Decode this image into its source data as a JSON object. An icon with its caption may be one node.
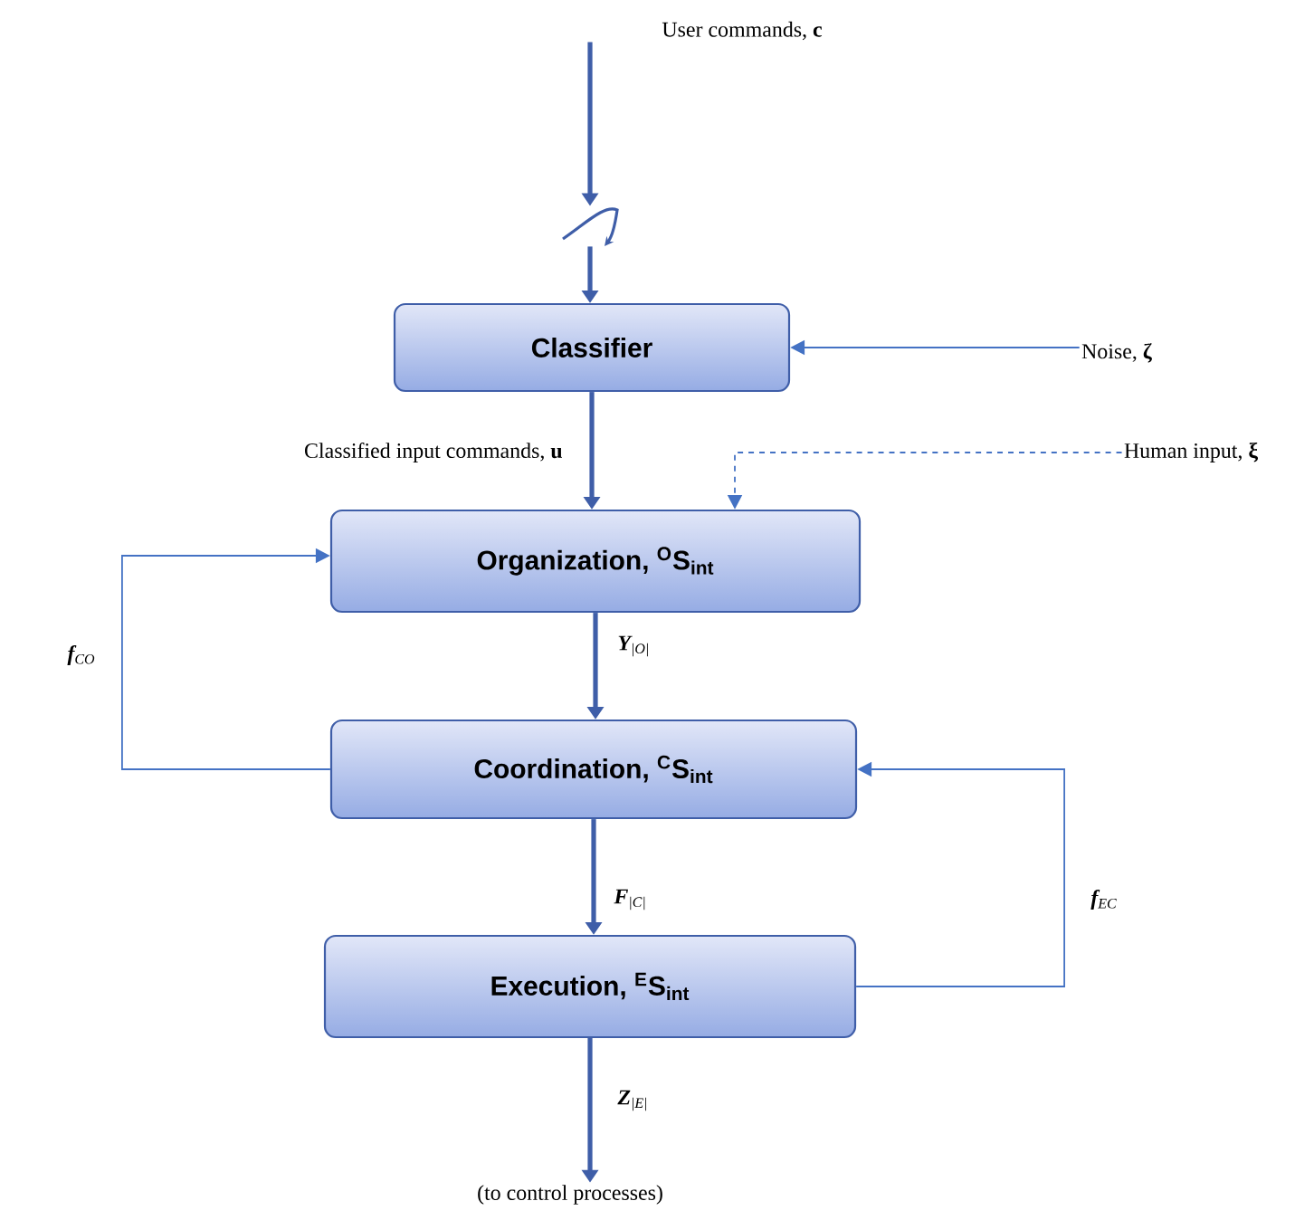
{
  "diagram": {
    "nodes": [
      {
        "text": [
          "User commands, **c**"
        ]
      },
      {
        "text": [],
        "shape": "picture"
      },
      {
        "text": [
          "Classifier"
        ]
      },
      {
        "text": [
          "Noise, **ζ**"
        ]
      },
      {
        "text": [
          "Human input, **ξ**"
        ]
      },
      {
        "text": [
          "Organization, $^{O}$S$_{int}$"
        ]
      },
      {
        "text": [
          "Coordination, $^{C}$S$_{int}$"
        ]
      },
      {
        "text": [
          "Execution, $^{E}$S$_{int}$"
        ]
      },
      {
        "text": [
          "(to control processes)"
        ]
      }
    ],
    "edges": [
      {
        "from": 0,
        "to": 1,
        "arrow": "to"
      },
      {
        "from": 1,
        "to": 2,
        "arrow": "to"
      },
      {
        "from": 3,
        "to": 2,
        "arrow": "to",
        "color": "#4472c4"
      },
      {
        "from": 2,
        "to": 5,
        "arrow": "to",
        "label": "Classified input commands, **u**"
      },
      {
        "from": 4,
        "to": 5,
        "arrow": "to",
        "style": "dashed",
        "color": "#4472c4"
      },
      {
        "from": 5,
        "to": 6,
        "arrow": "to",
        "label": "**Y**$_{|O|}$"
      },
      {
        "from": 6,
        "to": 5,
        "arrow": "to",
        "label": "**f**$_{CO}$",
        "color": "#4472c4"
      },
      {
        "from": 6,
        "to": 7,
        "arrow": "to",
        "label": "**F**$_{|C|}$"
      },
      {
        "from": 7,
        "to": 6,
        "arrow": "to",
        "label": "**f**$_{EC}$",
        "color": "#4472c4"
      },
      {
        "from": 7,
        "to": 8,
        "arrow": "to",
        "label": "**Z**$_{|E|}$"
      }
    ]
  }
}
